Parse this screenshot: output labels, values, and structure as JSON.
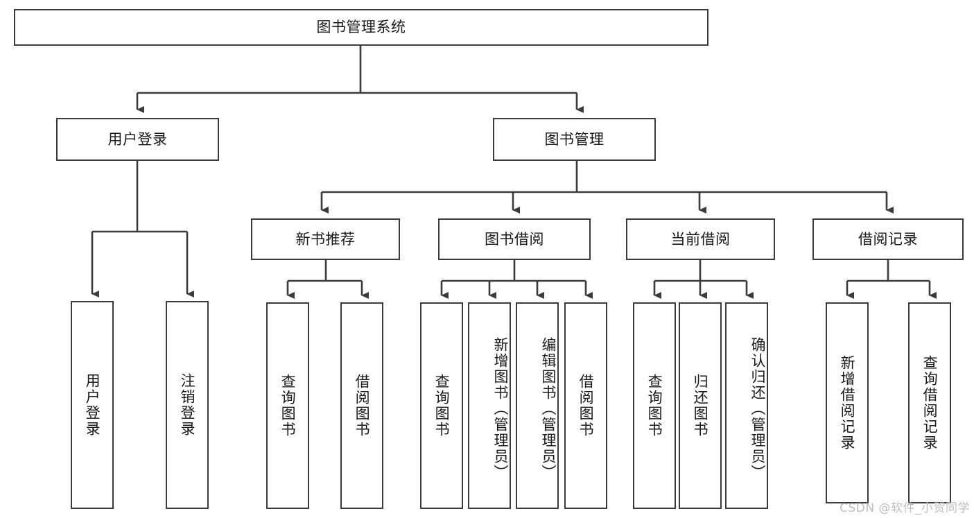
{
  "diagram": {
    "title": "图书管理系统",
    "type": "tree",
    "watermark": "CSDN @软件_小贺同学",
    "colors": {
      "stroke": "#3b3b3b",
      "fill": "#ffffff",
      "text": "#1a1a1a",
      "watermark": "#bdbdbd"
    },
    "nodes": {
      "root": {
        "label": "图书管理系统"
      },
      "level2": [
        {
          "label": "用户登录"
        },
        {
          "label": "图书管理"
        }
      ],
      "level3": [
        {
          "label": "新书推荐"
        },
        {
          "label": "图书借阅"
        },
        {
          "label": "当前借阅"
        },
        {
          "label": "借阅记录"
        }
      ],
      "leaves": {
        "user_login": [
          {
            "label": "用户登录"
          },
          {
            "label": "注销登录"
          }
        ],
        "new_book_rec": [
          {
            "label": "查询图书"
          },
          {
            "label": "借阅图书"
          }
        ],
        "book_borrow": [
          {
            "label": "查询图书"
          },
          {
            "label": "新增图书（管理员）"
          },
          {
            "label": "编辑图书（管理员）"
          },
          {
            "label": "借阅图书"
          }
        ],
        "current_borrow": [
          {
            "label": "查询图书"
          },
          {
            "label": "归还图书"
          },
          {
            "label": "确认归还（管理员）"
          }
        ],
        "borrow_record": [
          {
            "label": "新增借阅记录"
          },
          {
            "label": "查询借阅记录"
          }
        ]
      }
    }
  }
}
